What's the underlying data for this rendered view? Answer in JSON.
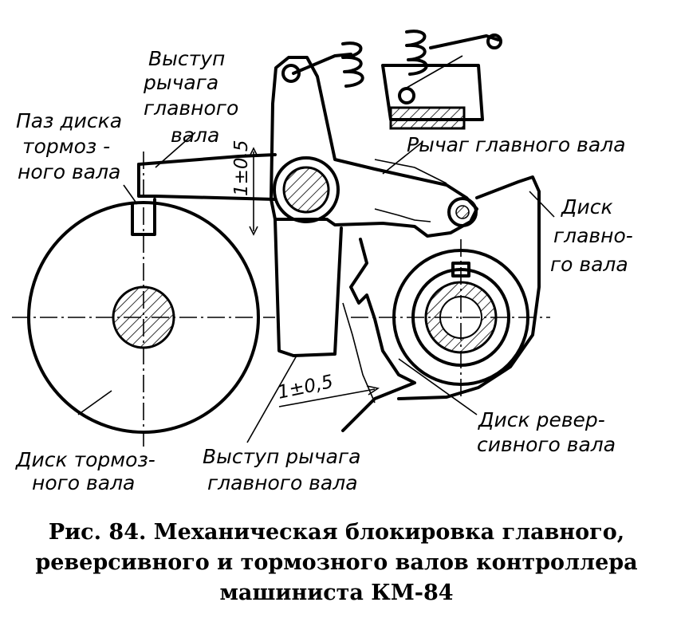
{
  "labels": {
    "brake_disk_slot": [
      "Паз диска",
      "тормоз -",
      "ного вала"
    ],
    "main_lever_projection_top": [
      "Выступ",
      "рычага",
      "главного",
      "вала"
    ],
    "main_lever": "Рычаг главного вала",
    "main_disk": [
      "Диск",
      "главно-",
      "го вала"
    ],
    "brake_disk": [
      "Диск тормоз-",
      "ного вала"
    ],
    "main_lever_projection_bottom": [
      "Выступ рычага",
      "главного вала"
    ],
    "reverse_disk": [
      "Диск ревер-",
      "сивного вала"
    ]
  },
  "dimensions": {
    "gap_top": "1±0,5",
    "gap_bottom": "1±0,5"
  },
  "caption": {
    "line1": "Рис. 84. Механическая блокировка главного,",
    "line2": "реверсивного и тормозного валов контроллера",
    "line3": "машиниста КМ-84"
  }
}
